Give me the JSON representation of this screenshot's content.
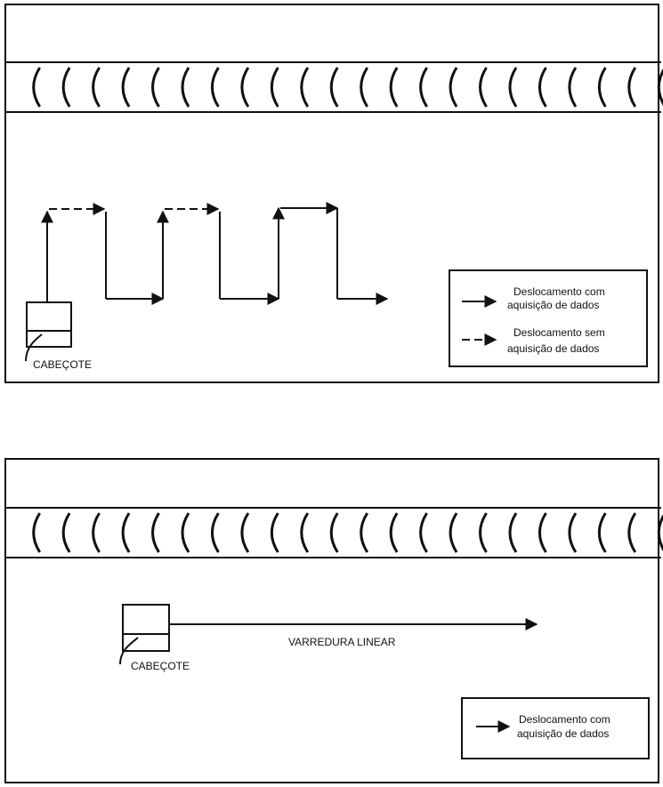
{
  "top": {
    "head_label": "CABEÇOTE",
    "legend": {
      "solid_line1": "Deslocamento com",
      "solid_line2": "aquisição de dados",
      "dashed_line1": "Deslocamento sem",
      "dashed_line2": "aquisição de dados"
    }
  },
  "bottom": {
    "head_label": "CABEÇOTE",
    "scan_label": "VARREDURA LINEAR",
    "legend": {
      "solid_line1": "Deslocamento com",
      "solid_line2": "aquisição de dados"
    }
  },
  "colors": {
    "ink": "#111111",
    "background": "#ffffff"
  },
  "weld_bead_count": 22
}
